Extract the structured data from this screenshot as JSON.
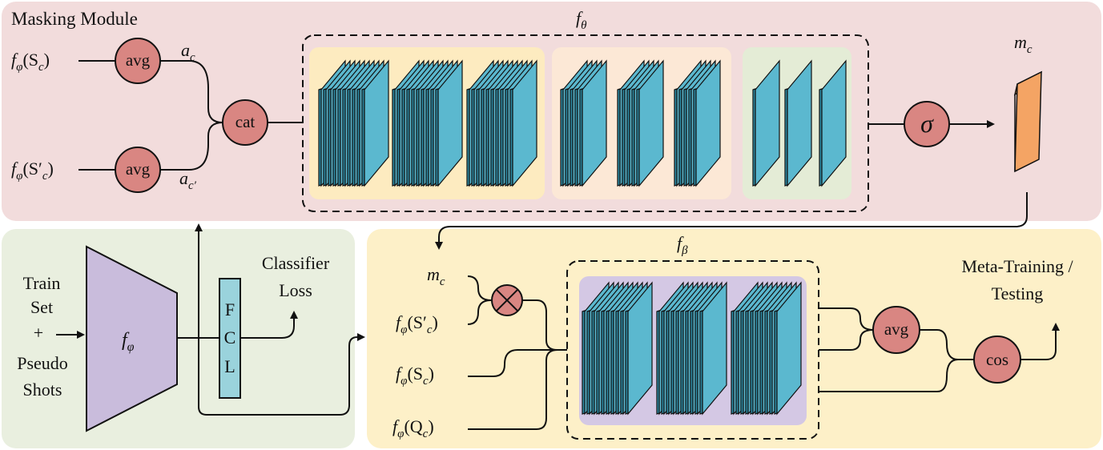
{
  "panels": {
    "masking_module": {
      "title": "Masking Module",
      "color": "#f2dcdc"
    },
    "feature_extractor": {
      "color": "#e9efdf"
    },
    "meta_training": {
      "title_line1": "Meta-Training /",
      "title_line2": "Testing",
      "color": "#fdf0c8"
    }
  },
  "masking": {
    "input_top": {
      "f": "f",
      "sub": "φ",
      "arg": "(S",
      "arg_sub": "c",
      "close": ")"
    },
    "input_bottom": {
      "f": "f",
      "sub": "φ",
      "arg": "(S′",
      "arg_sub": "c",
      "close": ")"
    },
    "avg_top": "avg",
    "avg_bottom": "avg",
    "a_top": {
      "base": "a",
      "sub": "c"
    },
    "a_bottom": {
      "base": "a",
      "sub": "c′"
    },
    "cat": "cat",
    "f_theta": {
      "base": "f",
      "sub": "θ"
    },
    "sigma": "σ",
    "m_c": {
      "base": "m",
      "sub": "c"
    }
  },
  "extractor": {
    "train_set_lines": [
      "Train",
      "Set",
      "+",
      "Pseudo",
      "Shots"
    ],
    "f_phi": {
      "base": "f",
      "sub": "φ"
    },
    "fcl_letters": [
      "F",
      "C",
      "L"
    ],
    "classifier_loss_lines": [
      "Classifier",
      "Loss"
    ]
  },
  "meta": {
    "m_c": {
      "base": "m",
      "sub": "c"
    },
    "input_s_prime": {
      "f": "f",
      "sub": "φ",
      "arg": "(S′",
      "arg_sub": "c",
      "close": ")"
    },
    "input_s": {
      "f": "f",
      "sub": "φ",
      "arg": "(S",
      "arg_sub": "c",
      "close": ")"
    },
    "input_q": {
      "f": "f",
      "sub": "φ",
      "arg": "(Q",
      "arg_sub": "c",
      "close": ")"
    },
    "f_beta": {
      "base": "f",
      "sub": "β"
    },
    "avg": "avg",
    "cos": "cos"
  },
  "colors": {
    "circle": "#d98682",
    "layer_face": "#5bb8cf",
    "layer_side": "#2c8ba5",
    "mask_face": "#f4a464",
    "fc_fill": "#9ad3dc",
    "f_phi_fill": "#c9bcdc",
    "theta_group1": "#fdebc0",
    "theta_group2": "#fce8d6",
    "theta_group3": "#e4ecd6",
    "beta_group": "#d4c8e4"
  }
}
